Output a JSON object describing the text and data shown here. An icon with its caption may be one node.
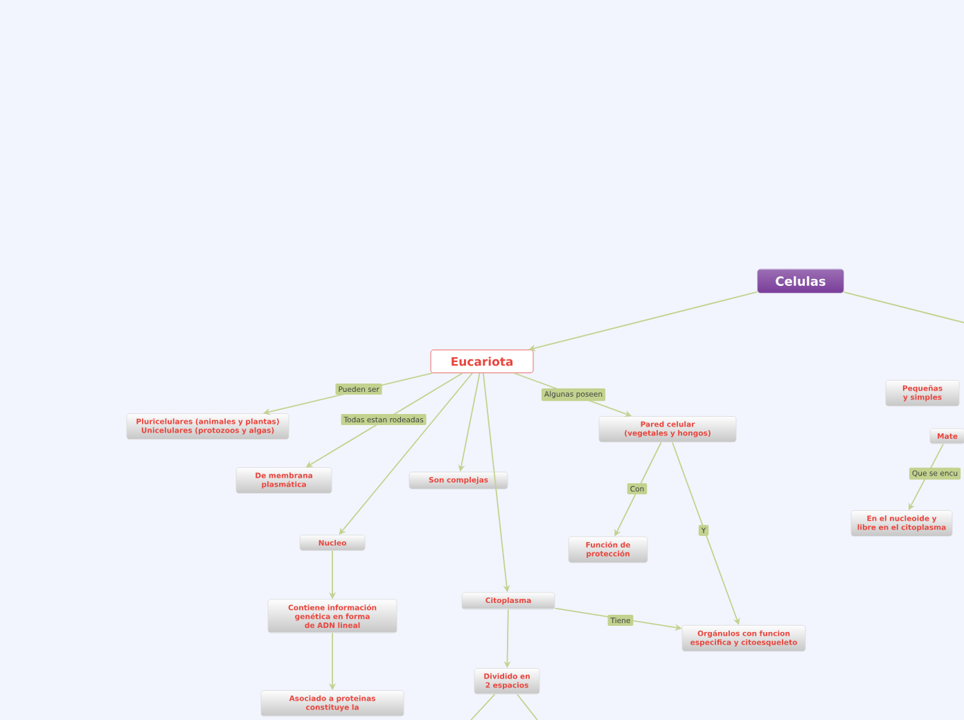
{
  "diagram": {
    "nodes": [
      {
        "text": [
          "Celulas"
        ]
      },
      {
        "text": [
          "Eucariota"
        ]
      },
      {
        "text": [
          "Pluricelulares (animales y plantas) Unicelulares (protozoos y algas)"
        ]
      },
      {
        "text": [
          "De membrana plasmática"
        ]
      },
      {
        "text": [
          "Son complejas"
        ]
      },
      {
        "text": [
          "Pared celular (vegetales y hongos)"
        ]
      },
      {
        "text": [
          "Nucleo"
        ]
      },
      {
        "text": [
          "Función de protección"
        ]
      },
      {
        "text": [
          "Citoplasma"
        ]
      },
      {
        "text": [
          "Orgánulos con funcion especifica y citoesqueleto"
        ]
      },
      {
        "text": [
          "Contiene información genética en forma de ADN lineal"
        ]
      },
      {
        "text": [
          "Dividido en 2 espacios"
        ]
      },
      {
        "text": [
          "Asociado a proteinas constituye la"
        ]
      },
      {
        "text": [
          "Pequeñas y simples"
        ]
      },
      {
        "text": [
          "Mate"
        ]
      },
      {
        "text": [
          "En el nucleoide y libre en el citoplasma"
        ]
      }
    ],
    "edges": [
      {
        "from": 0,
        "to": 1,
        "arrow": "to"
      },
      {
        "from": 0,
        "to": null,
        "arrow": "none"
      },
      {
        "from": 1,
        "to": 2,
        "arrow": "to",
        "label": "Pueden ser"
      },
      {
        "from": 1,
        "to": 3,
        "arrow": "to",
        "label": "Todas estan rodeadas"
      },
      {
        "from": 1,
        "to": 6,
        "arrow": "to"
      },
      {
        "from": 1,
        "to": 4,
        "arrow": "to"
      },
      {
        "from": 1,
        "to": 8,
        "arrow": "to"
      },
      {
        "from": 1,
        "to": 5,
        "arrow": "to",
        "label": "Algunas poseen"
      },
      {
        "from": 5,
        "to": 7,
        "arrow": "to",
        "label": "Con"
      },
      {
        "from": 5,
        "to": 9,
        "arrow": "to",
        "label": "Y"
      },
      {
        "from": 8,
        "to": 9,
        "arrow": "to",
        "label": "Tiene"
      },
      {
        "from": 6,
        "to": 10,
        "arrow": "to"
      },
      {
        "from": 10,
        "to": 12,
        "arrow": "to"
      },
      {
        "from": 8,
        "to": 11,
        "arrow": "to"
      },
      {
        "from": 11,
        "to": null,
        "arrow": "none"
      },
      {
        "from": 11,
        "to": null,
        "arrow": "none"
      },
      {
        "from": 14,
        "to": 15,
        "arrow": "to",
        "label": "Que se encu"
      }
    ]
  }
}
